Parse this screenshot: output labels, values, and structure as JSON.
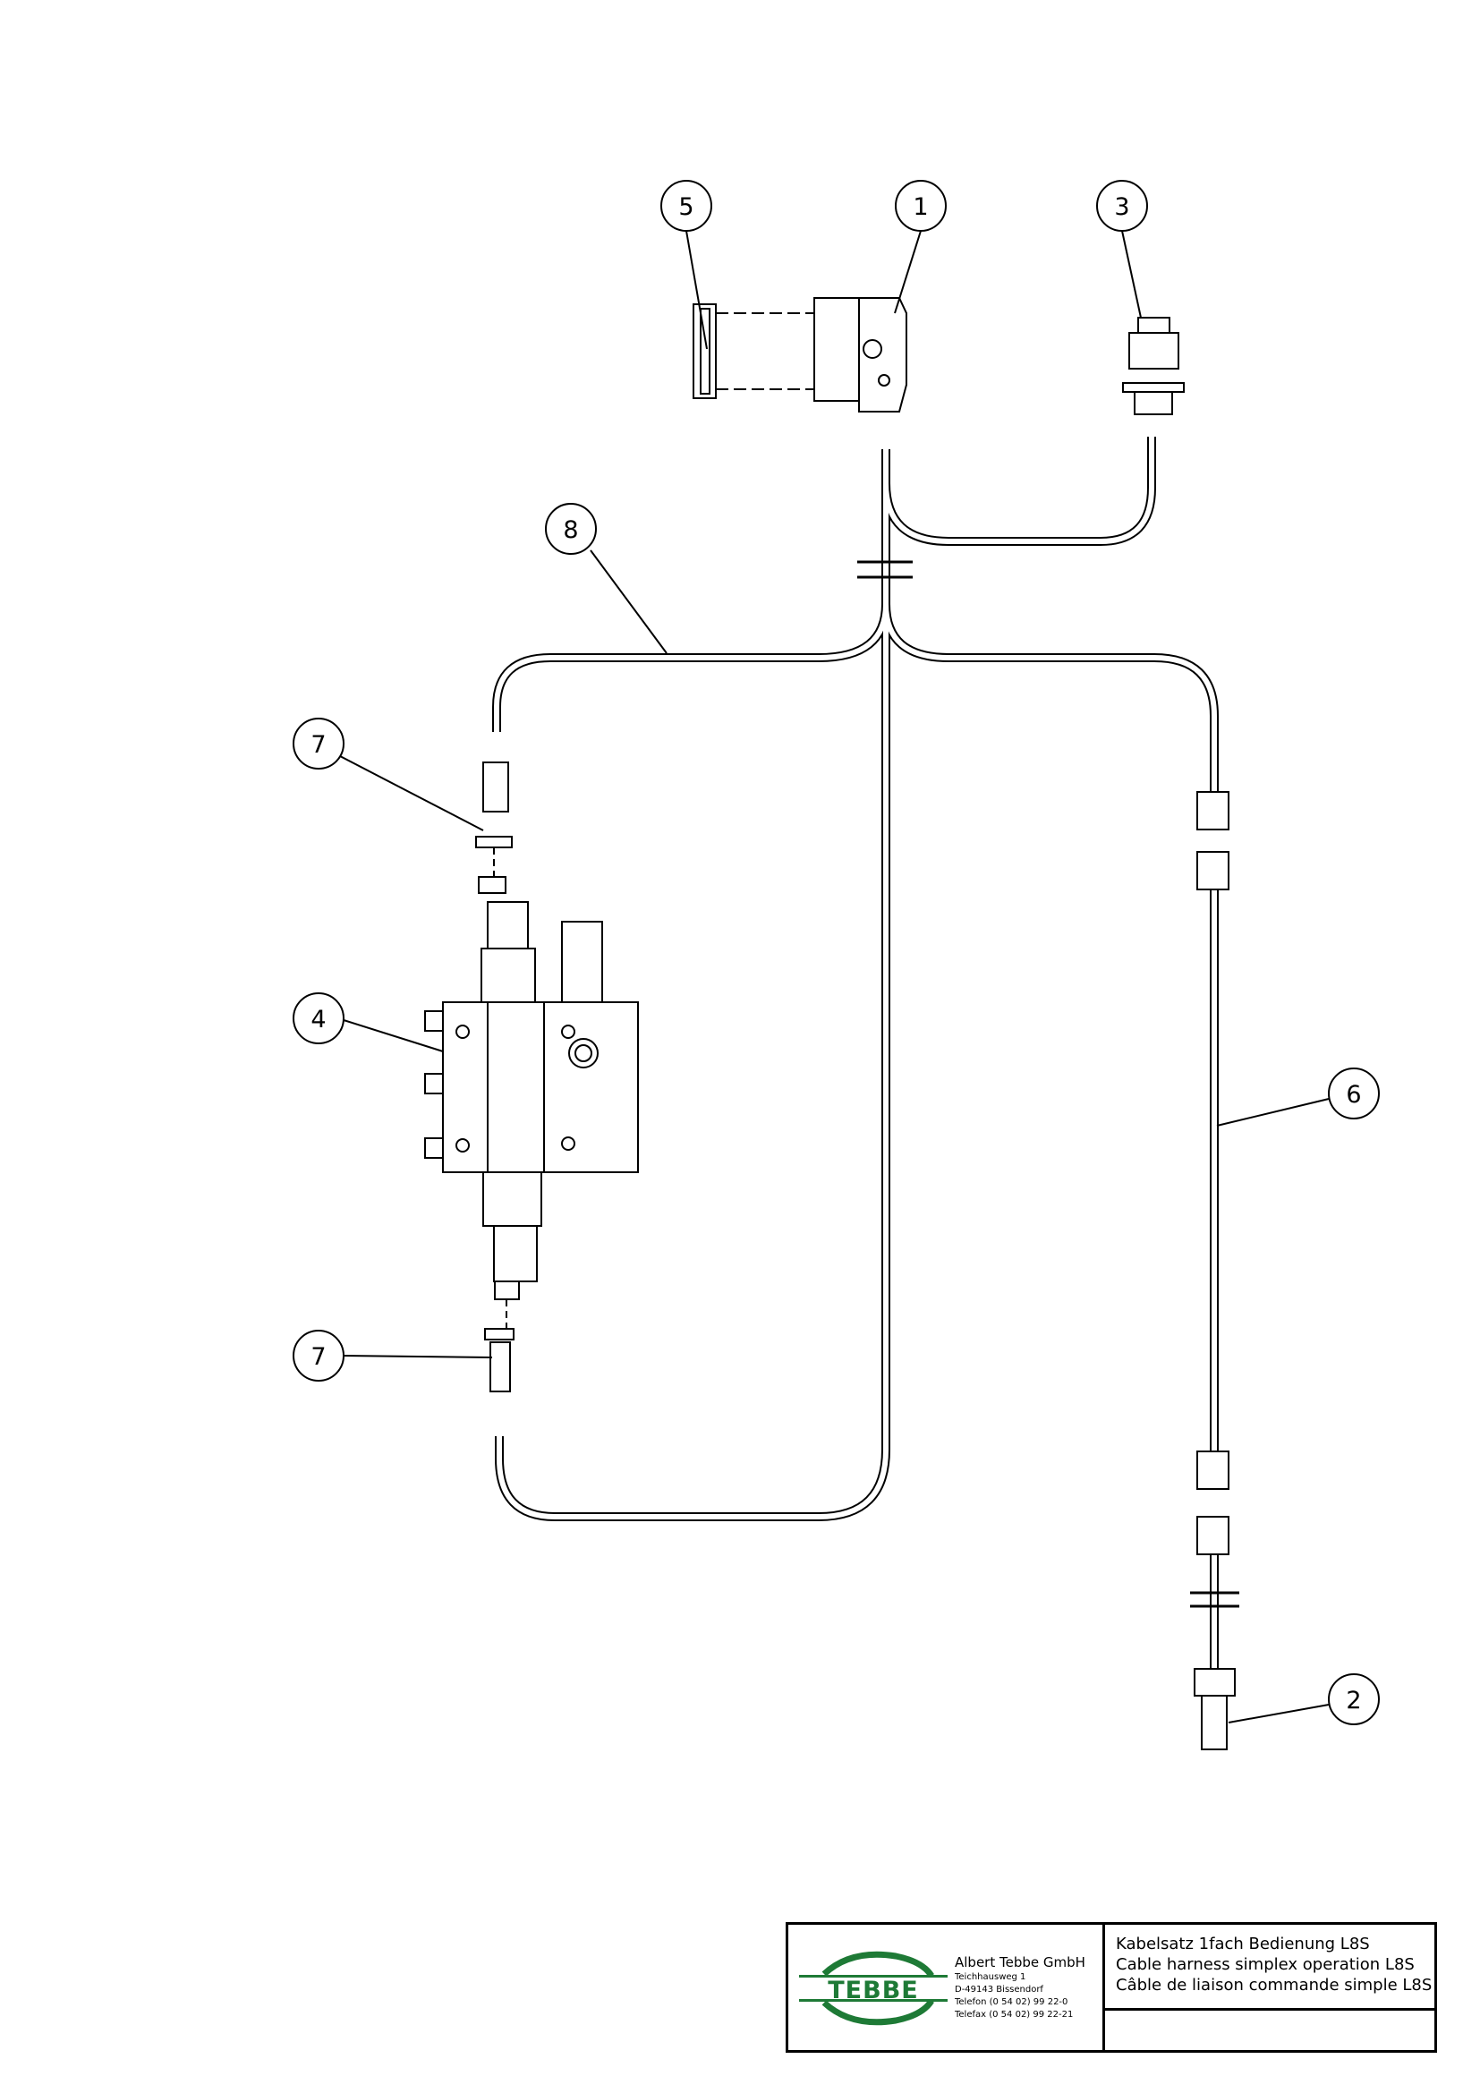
{
  "callouts": [
    "5",
    "1",
    "3",
    "8",
    "7",
    "4",
    "7",
    "6",
    "2"
  ],
  "title_block": {
    "logo_text": "TEBBE",
    "company_name": "Albert Tebbe GmbH",
    "address_lines": [
      "Teichhausweg 1",
      "D-49143 Bissendorf",
      "Telefon (0 54 02) 99 22-0",
      "Telefax (0 54 02) 99 22-21"
    ],
    "titles": [
      "Kabelsatz 1fach Bedienung L8S",
      "Cable harness simplex operation L8S",
      "Câble de liaison commande simple L8S"
    ]
  },
  "colors": {
    "logo_green": "#1e7a36",
    "line": "#000000"
  }
}
